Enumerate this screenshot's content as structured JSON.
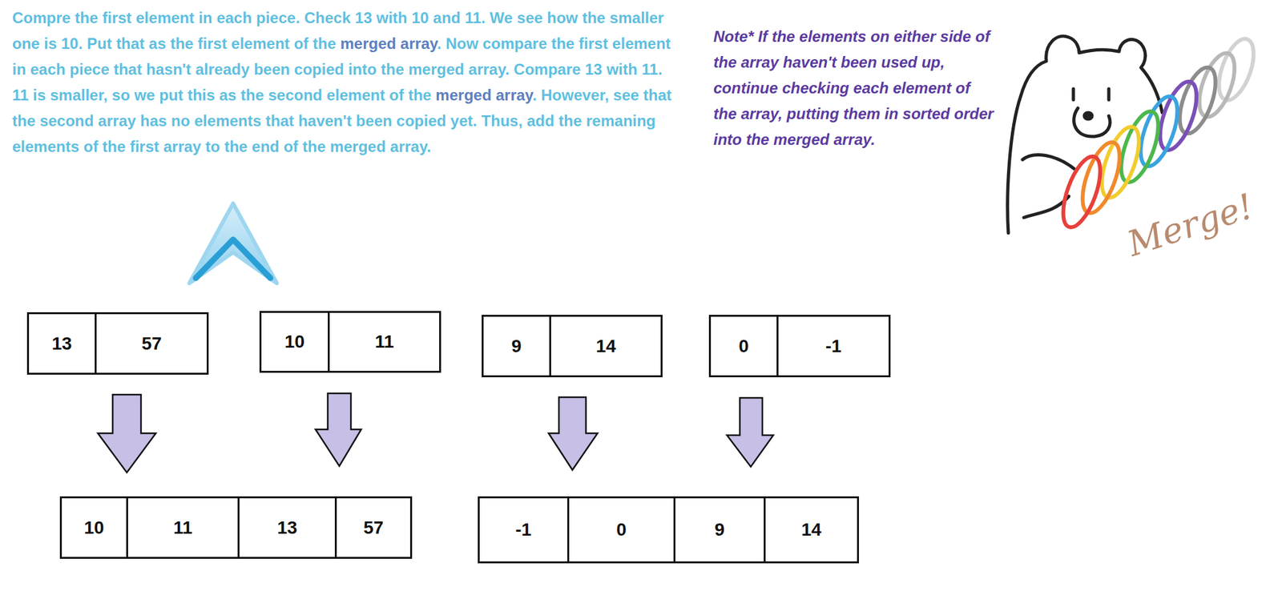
{
  "diagram": {
    "nodes": [
      {
        "text": [
          "13"
        ]
      },
      {
        "text": [
          "57"
        ]
      },
      {
        "text": [
          "10"
        ]
      },
      {
        "text": [
          "11"
        ]
      },
      {
        "text": [
          "9"
        ]
      },
      {
        "text": [
          "14"
        ]
      },
      {
        "text": [
          "0"
        ]
      },
      {
        "text": [
          "-1"
        ]
      },
      {
        "text": [
          "10"
        ]
      },
      {
        "text": [
          "11"
        ]
      },
      {
        "text": [
          "13"
        ]
      },
      {
        "text": [
          "57"
        ]
      },
      {
        "text": [
          "-1"
        ]
      },
      {
        "text": [
          "0"
        ]
      },
      {
        "text": [
          "9"
        ]
      },
      {
        "text": [
          "14"
        ]
      }
    ],
    "labels": [
      "Compre the first element in each piece. Check 13 with 10 and 11. We see how the smaller one is 10. Put that as the first element of the",
      "merged array",
      ". Now compare the first element in each piece that hasn't already been copied into the merged array. Compare 13 with 11. 11 is smaller, so we put this as the second element of the",
      "merged array",
      ". However, see that the second array has no elements that haven't been copied yet. Thus, add the remaning elements of the first array to the end of the merged array.",
      "Note* If the elements on either side of the array haven't been used up, continue checking each element of the array, putting them in sorted order into the merged array.",
      "Merge!"
    ]
  }
}
